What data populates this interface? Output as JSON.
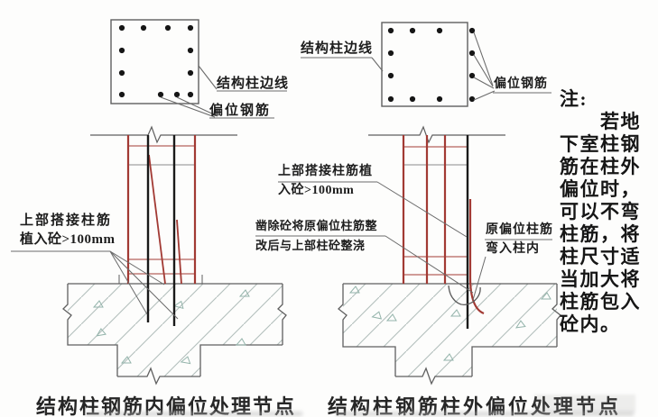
{
  "figure": {
    "left_diagram": {
      "section": {
        "column_edge_label": "结构柱边线",
        "offset_rebar_label": "偏位钢筋"
      },
      "annotation_plant": {
        "line1": "上部搭接柱筋",
        "line2": "植入砼>100mm"
      },
      "caption": "结构柱钢筋内偏位处理节点"
    },
    "right_diagram": {
      "section": {
        "column_edge_label": "结构柱边线",
        "offset_rebar_label": "偏位钢筋"
      },
      "annotation_plant": {
        "line1": "上部搭接柱筋植",
        "line2": "入砼>100mm"
      },
      "annotation_recast": {
        "line1": "凿除砼将原偏位柱筋整",
        "line2": "改后与上部柱砼整浇"
      },
      "annotation_bend": {
        "line1": "原偏位柱筋",
        "line2": "弯入柱内"
      },
      "caption": "结构柱钢筋柱外偏位处理节点"
    },
    "note": {
      "text": "注:\n　　若地\n下室柱钢\n筋在柱外\n偏位时，\n可以不弯\n柱筋，将\n柱尺寸适\n当加大将\n柱筋包入\n砼内。"
    },
    "colors": {
      "rebar_red": "#a23a34",
      "tie_red": "#b5635b",
      "line_gray": "#5f5f5f",
      "rebar_black": "#1a1a1a",
      "hatch_teal": "#b3bfbc",
      "text_dark": "#1d1d1d"
    }
  }
}
